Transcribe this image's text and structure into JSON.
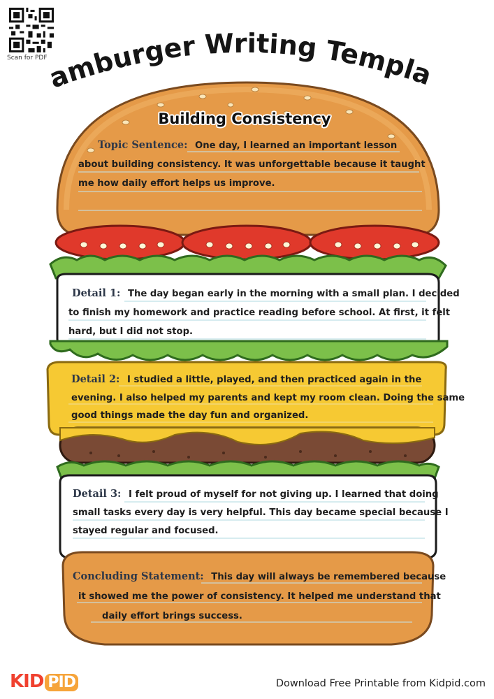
{
  "header": {
    "qr_caption": "Scan for PDF",
    "title": "Hamburger Writing Template"
  },
  "heading": "Building Consistency",
  "sections": {
    "topic": {
      "label": "Topic Sentence:",
      "lines": [
        "One day, I learned an important lesson",
        "about building consistency. It was unforgettable because it taught",
        "me how daily effort helps us improve."
      ]
    },
    "detail1": {
      "label": "Detail 1:",
      "lines": [
        "The day began early in the morning with a small plan. I decided",
        "to finish my homework and practice reading before school. At first, it felt",
        "hard, but I did not stop."
      ]
    },
    "detail2": {
      "label": "Detail 2:",
      "lines": [
        "I studied a little, played, and then practiced again in the",
        "evening. I also helped my parents and kept my room clean. Doing the same",
        "good things made the day fun and organized."
      ]
    },
    "detail3": {
      "label": "Detail 3:",
      "lines": [
        "I felt proud of myself for not giving up. I learned that doing",
        "small tasks every day is very helpful. This day became special because I",
        "stayed regular and focused."
      ]
    },
    "conclusion": {
      "label": "Concluding Statement:",
      "lines": [
        "This day will always be remembered because",
        "it showed me the power of consistency. It helped me understand that",
        "daily effort brings success."
      ]
    }
  },
  "footer": {
    "logo_kid": "KID",
    "logo_pid": "PID",
    "download_text": "Download Free Printable from Kidpid.com"
  },
  "colors": {
    "bun": "#e59a48",
    "tomato": "#e0392b",
    "lettuce": "#7cc04a",
    "cheese": "#f6c933",
    "patty": "#7a4a35",
    "logo_red": "#f0412f",
    "logo_orange": "#f6a43a"
  }
}
